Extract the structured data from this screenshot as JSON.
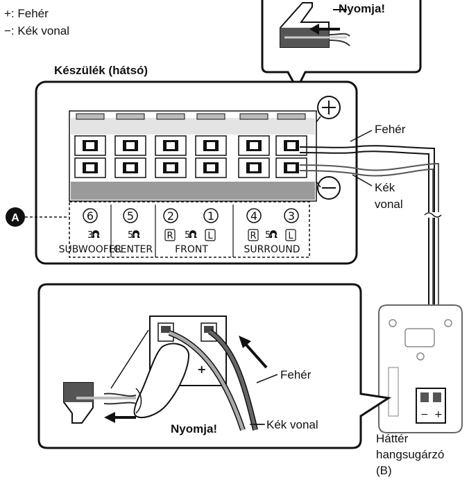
{
  "legend": {
    "plus": "+: Fehér",
    "minus": "−: Kék vonal"
  },
  "callout_top": "Nyomja!",
  "unit_title": "Készülék (hátsó)",
  "badge_a": "A",
  "wire_labels": {
    "white": "Fehér",
    "blue_line1": "Kék",
    "blue_line2": "vonal"
  },
  "terminals": [
    {
      "num": "6",
      "imp": "3",
      "side": ""
    },
    {
      "num": "5",
      "imp": "5",
      "side": ""
    },
    {
      "num": "2",
      "imp": "",
      "side": "R"
    },
    {
      "num": "1",
      "imp": "",
      "side": "L"
    },
    {
      "num": "4",
      "imp": "",
      "side": "R"
    },
    {
      "num": "3",
      "imp": "",
      "side": "L"
    }
  ],
  "imp_front": "5",
  "imp_surround": "5",
  "channels": {
    "subwoofer": "SUBWOOFER",
    "center": "CENTER",
    "front": "FRONT",
    "surround": "SURROUND"
  },
  "detail": {
    "white": "Fehér",
    "blue": "Kék vonal",
    "push": "Nyomja!"
  },
  "speaker": {
    "line1": "Háttér",
    "line2": "hangsugárzó",
    "line3": "(B)"
  }
}
